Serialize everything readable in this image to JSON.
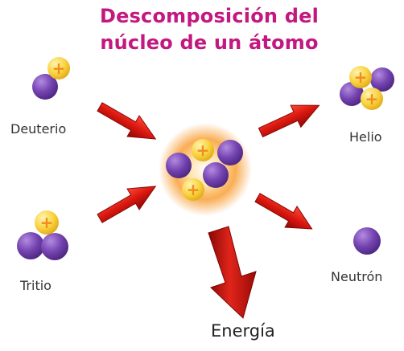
{
  "title": {
    "line1": "Descomposición del",
    "line2": "núcleo de un átomo"
  },
  "labels": {
    "deuterio": "Deuterio",
    "tritio": "Tritio",
    "helio": "Helio",
    "neutron": "Neutrón",
    "energia": "Energía"
  },
  "proton_symbol": "+",
  "colors": {
    "title": "#c2187f",
    "neutron": "#6a3fa3",
    "proton": "#f7cf3a",
    "proton_plus": "#f08c1e",
    "arrow": "#d11a12",
    "glow": "#f7931e"
  }
}
